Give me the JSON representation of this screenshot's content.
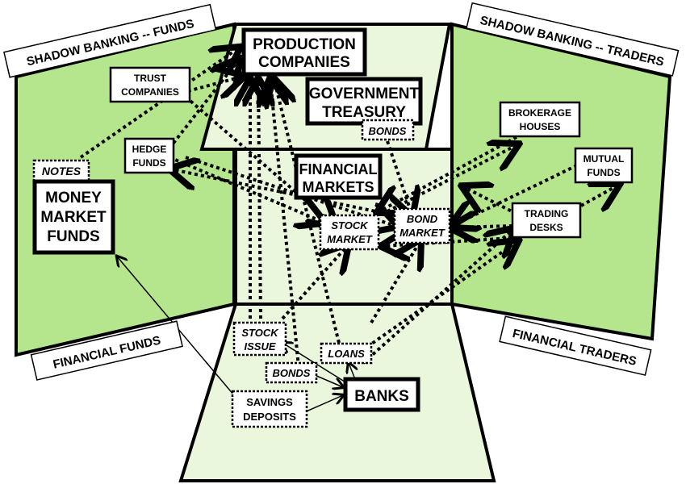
{
  "colors": {
    "panel_green": "#b5e58c",
    "center_light": "#eaf7dc",
    "border": "#000000"
  },
  "regions": {
    "shadow_funds": "SHADOW BANKING -- FUNDS",
    "shadow_traders": "SHADOW BANKING -- TRADERS",
    "financial_funds": "FINANCIAL FUNDS",
    "financial_traders": "FINANCIAL TRADERS"
  },
  "nodes": {
    "production": [
      "PRODUCTION",
      "COMPANIES"
    ],
    "government": [
      "GOVERNMENT",
      "TREASURY"
    ],
    "gov_bonds": "BONDS",
    "financial_markets": [
      "FINANCIAL",
      "MARKETS"
    ],
    "stock_market": [
      "STOCK",
      "MARKET"
    ],
    "bond_market": [
      "BOND",
      "MARKET"
    ],
    "trust": [
      "TRUST",
      "COMPANIES"
    ],
    "hedge": [
      "HEDGE",
      "FUNDS"
    ],
    "notes": "NOTES",
    "mmf": [
      "MONEY",
      "MARKET",
      "FUNDS"
    ],
    "brokerage": [
      "BROKERAGE",
      "HOUSES"
    ],
    "mutual": [
      "MUTUAL",
      "FUNDS"
    ],
    "trading": [
      "TRADING",
      "DESKS"
    ],
    "stock_issue": [
      "STOCK",
      "ISSUE"
    ],
    "loans": "LOANS",
    "bank_bonds": "BONDS",
    "banks": "BANKS",
    "savings": [
      "SAVINGS",
      "DEPOSITS"
    ]
  }
}
